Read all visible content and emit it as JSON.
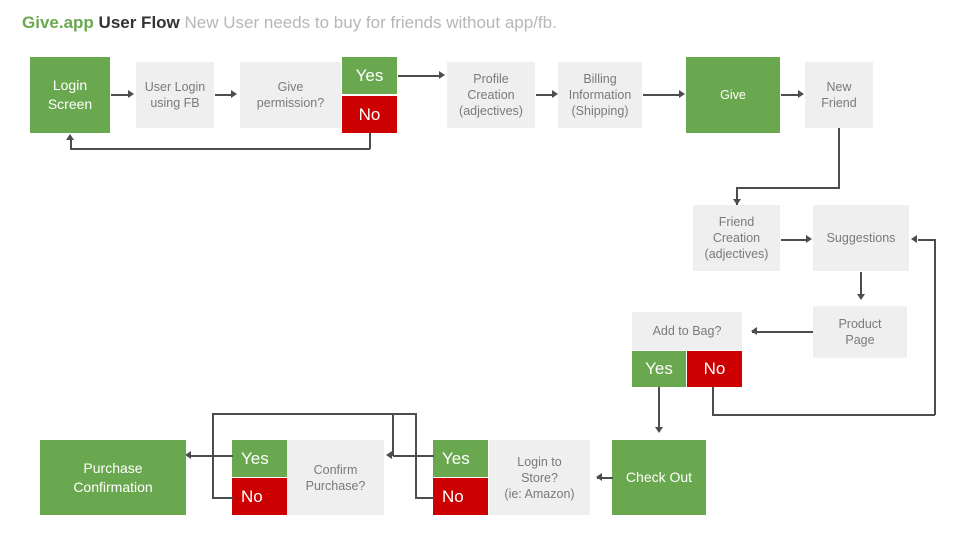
{
  "title": {
    "brand": "Give.app",
    "main": " User Flow ",
    "subtitle": "New User needs to buy for friends without app/fb."
  },
  "colors": {
    "green": "#6aa84f",
    "red": "#cc0000",
    "grey_box": "#efefef",
    "grey_text": "#7a7a7a",
    "connector": "#4d4d4d",
    "brand_green": "#6aa84f",
    "subtitle_grey": "#b7b7b7"
  },
  "nodes": {
    "login_screen": "Login\nScreen",
    "user_login_fb": "User Login\nusing FB",
    "give_permission": "Give\npermission?",
    "perm_yes": "Yes",
    "perm_no": "No",
    "profile_creation": "Profile\nCreation\n(adjectives)",
    "billing_information": "Billing\nInformation\n(Shipping)",
    "give": "Give",
    "new_friend": "New\nFriend",
    "friend_creation": "Friend\nCreation\n(adjectives)",
    "suggestions": "Suggestions",
    "product_page": "Product\nPage",
    "add_to_bag": "Add to Bag?",
    "bag_yes": "Yes",
    "bag_no": "No",
    "check_out": "Check Out",
    "login_to_store": "Login to\nStore?\n(ie: Amazon)",
    "store_yes": "Yes",
    "store_no": "No",
    "confirm_purchase": "Confirm\nPurchase?",
    "confirm_yes": "Yes",
    "confirm_no": "No",
    "purchase_confirmation": "Purchase\nConfirmation"
  },
  "flow_edges": [
    "Login Screen -> User Login using FB",
    "User Login using FB -> Give permission?",
    "Give permission? Yes -> Profile Creation (adjectives)",
    "Give permission? No -> Login Screen",
    "Profile Creation -> Billing Information",
    "Billing Information -> Give",
    "Give -> New Friend",
    "New Friend -> Friend Creation (adjectives)",
    "Friend Creation -> Suggestions",
    "Suggestions -> Product Page",
    "Product Page -> Add to Bag?",
    "Add to Bag? Yes -> Check Out",
    "Add to Bag? No -> Suggestions",
    "Check Out -> Login to Store? (ie: Amazon)",
    "Login to Store? Yes -> Confirm Purchase?",
    "Login to Store? No -> Confirm Purchase?",
    "Confirm Purchase? Yes -> Purchase Confirmation",
    "Confirm Purchase? No -> Purchase Confirmation"
  ]
}
